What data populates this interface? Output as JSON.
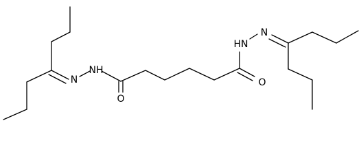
{
  "molecule": {
    "atoms": {
      "nh_left": "NH",
      "n_left": "N",
      "o_left": "O",
      "nh_right": "HN",
      "n_right": "N",
      "o_right": "O"
    }
  }
}
